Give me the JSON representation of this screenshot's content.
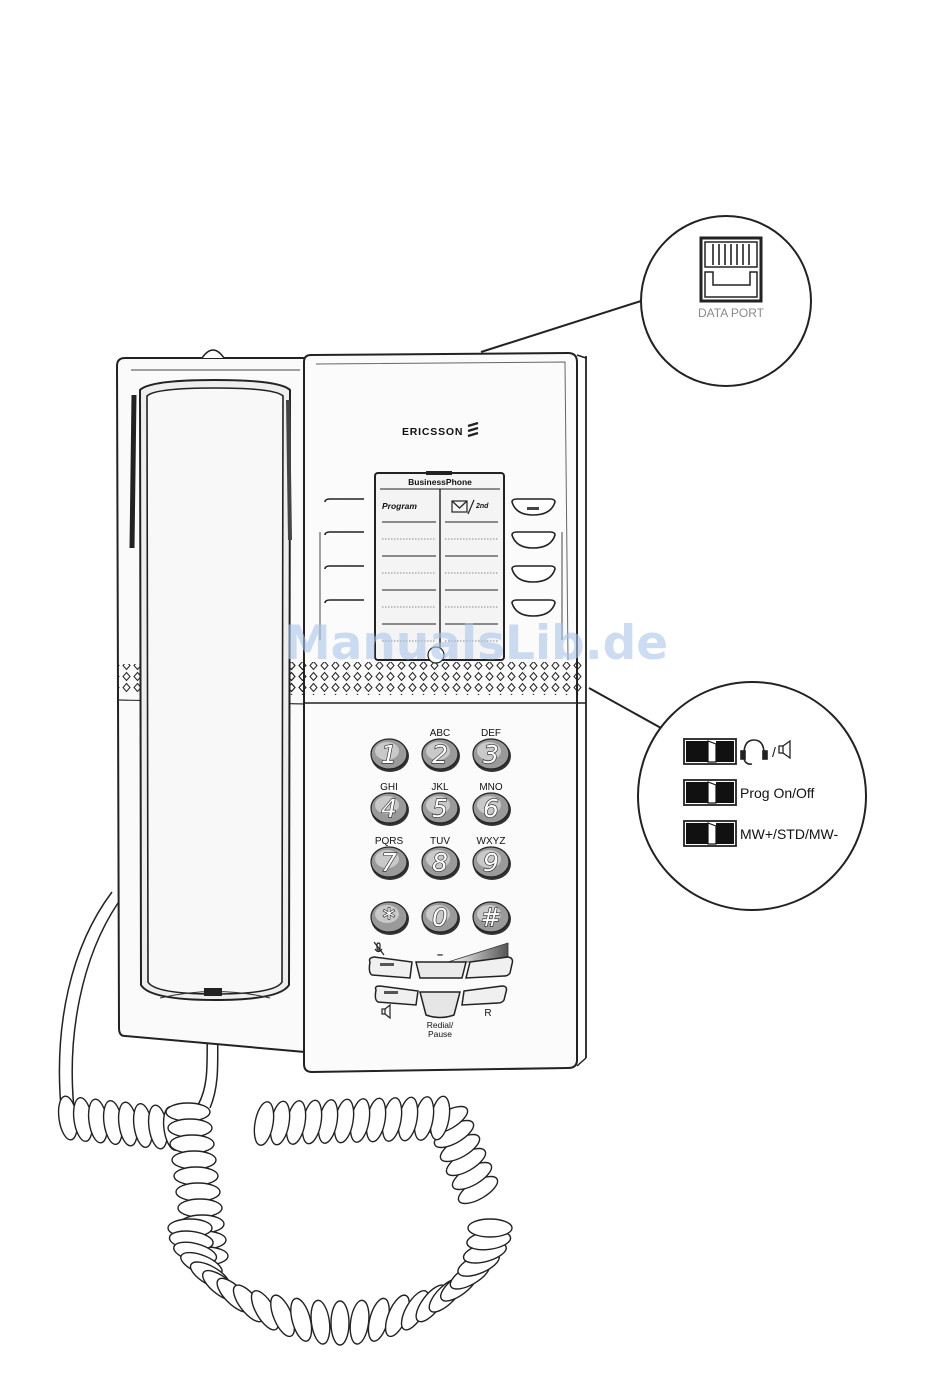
{
  "brand": "ERICSSON",
  "display": {
    "title": "BusinessPhone",
    "left_header": "Program",
    "right_header": "2nd"
  },
  "data_port_label": "DATA PORT",
  "switch_labels": {
    "headset_speaker_separator": "/",
    "prog": "Prog On/Off",
    "mw": "MW+/STD/MW-"
  },
  "keypad": [
    {
      "digit": "1",
      "letters": ""
    },
    {
      "digit": "2",
      "letters": "ABC"
    },
    {
      "digit": "3",
      "letters": "DEF"
    },
    {
      "digit": "4",
      "letters": "GHI"
    },
    {
      "digit": "5",
      "letters": "JKL"
    },
    {
      "digit": "6",
      "letters": "MNO"
    },
    {
      "digit": "7",
      "letters": "PQRS"
    },
    {
      "digit": "8",
      "letters": "TUV"
    },
    {
      "digit": "9",
      "letters": "WXYZ"
    },
    {
      "digit": "*",
      "letters": ""
    },
    {
      "digit": "0",
      "letters": ""
    },
    {
      "digit": "#",
      "letters": ""
    }
  ],
  "bottom_labels": {
    "volume_minus": "–",
    "redial": "Redial/",
    "pause": "Pause",
    "r": "R"
  },
  "watermark": "ManualsLib.de"
}
